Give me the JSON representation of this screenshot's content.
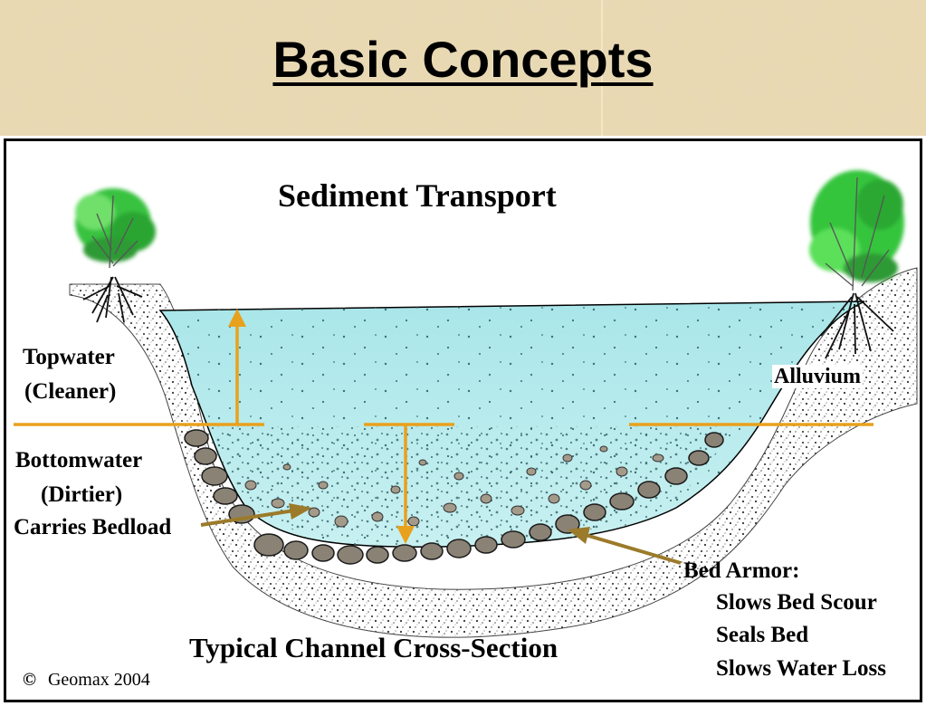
{
  "slide": {
    "title": "Basic Concepts"
  },
  "diagram": {
    "title": "Sediment Transport",
    "footer_title": "Typical Channel Cross-Section",
    "copyright_symbol": "©",
    "copyright_text": "Geomax 2004",
    "labels": {
      "topwater": "Topwater",
      "topwater_note": "(Cleaner)",
      "bottomwater": "Bottomwater",
      "bottomwater_note": "(Dirtier)",
      "carries_bedload": "Carries Bedload",
      "alluvium": "Alluvium",
      "bed_armor": "Bed Armor:",
      "bed_armor_items": [
        "Slows Bed Scour",
        "Seals Bed",
        "Slows Water Loss"
      ]
    },
    "colors": {
      "water": "#a9e6e9",
      "water_dirty": "#c4eef0",
      "divider": "#e8a11d",
      "arrow_bedload": "#9b7a2a",
      "foliage": "#2fbf3a",
      "header_bg": "#e8d7ad"
    }
  }
}
